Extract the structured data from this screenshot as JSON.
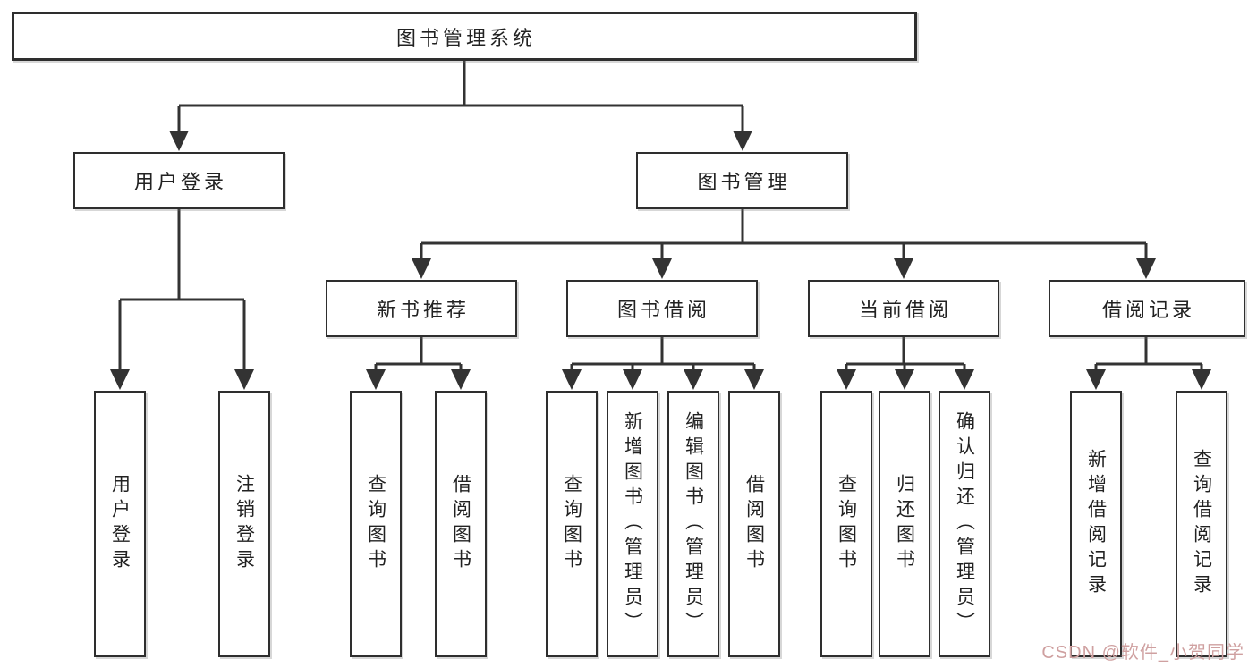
{
  "tree": {
    "label": "图书管理系统",
    "children": [
      {
        "label": "用户登录",
        "children": [
          {
            "label": "用户登录"
          },
          {
            "label": "注销登录"
          }
        ]
      },
      {
        "label": "图书管理",
        "children": [
          {
            "label": "新书推荐",
            "children": [
              {
                "label": "查询图书"
              },
              {
                "label": "借阅图书"
              }
            ]
          },
          {
            "label": "图书借阅",
            "children": [
              {
                "label": "查询图书"
              },
              {
                "label": "新增图书（管理员）"
              },
              {
                "label": "编辑图书（管理员）"
              },
              {
                "label": "借阅图书"
              }
            ]
          },
          {
            "label": "当前借阅",
            "children": [
              {
                "label": "查询图书"
              },
              {
                "label": "归还图书"
              },
              {
                "label": "确认归还（管理员）"
              }
            ]
          },
          {
            "label": "借阅记录",
            "children": [
              {
                "label": "新增借阅记录"
              },
              {
                "label": "查询借阅记录"
              }
            ]
          }
        ]
      }
    ]
  },
  "watermark": {
    "text": "CSDN @软件_小贺同学",
    "color": "#cfa0a0"
  },
  "colors": {
    "line": "#333333",
    "box_border": "#2e2e2e",
    "box_fill": "#ffffff",
    "text": "#222222",
    "background": "#ffffff"
  }
}
